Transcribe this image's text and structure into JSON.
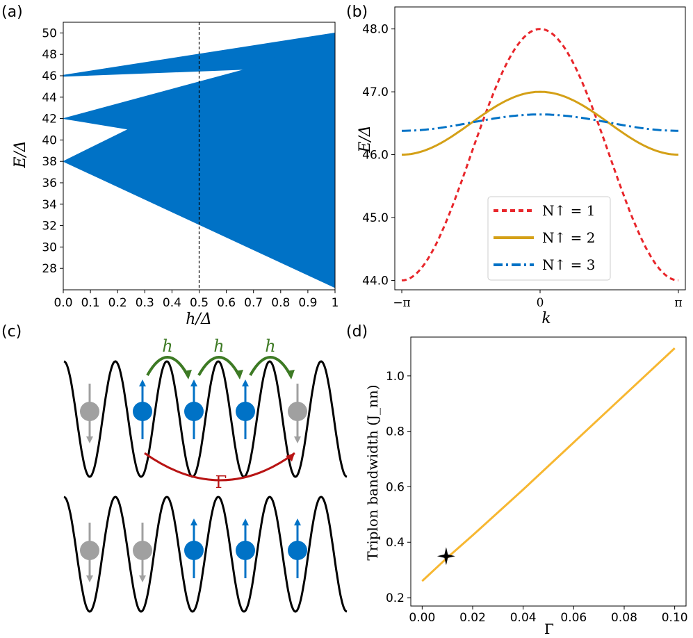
{
  "panel_labels": {
    "a": "(a)",
    "b": "(b)",
    "c": "(c)",
    "d": "(d)"
  },
  "colors": {
    "band_blue": "#0072c6",
    "red": "#e8262b",
    "gold": "#d4a017",
    "orange_line": "#f7b731",
    "gray": "#a0a0a0",
    "green": "#3d7a24",
    "dark_red": "#b81414"
  },
  "chart_data": [
    {
      "id": "a",
      "type": "area",
      "xlabel": "h/Δ",
      "ylabel": "E/Δ",
      "xlim": [
        0,
        1
      ],
      "ylim": [
        26,
        51
      ],
      "xticks": [
        "0.0",
        "0.1",
        "0.2",
        "0.3",
        "0.4",
        "0.5",
        "0.6",
        "0.7",
        "0.8",
        "0.9",
        "1"
      ],
      "yticks": [
        "28",
        "30",
        "32",
        "34",
        "36",
        "38",
        "40",
        "42",
        "44",
        "46",
        "48",
        "50"
      ],
      "vline_x": 0.5,
      "bands": [
        {
          "name": "",
          "upper": [
            [
              0,
              46.05
            ],
            [
              1,
              50
            ]
          ],
          "lower": [
            [
              0,
              45.95
            ],
            [
              0.67,
              46.6
            ],
            [
              1,
              47
            ]
          ]
        },
        {
          "name": "",
          "upper": [
            [
              0,
              42
            ],
            [
              0.67,
              46.6
            ],
            [
              1,
              50
            ]
          ],
          "lower": [
            [
              0,
              42
            ],
            [
              0.24,
              41
            ],
            [
              0,
              38
            ],
            [
              1,
              26.2
            ]
          ]
        }
      ]
    },
    {
      "id": "b",
      "type": "line",
      "xlabel": "k",
      "ylabel": "E/Δ",
      "xlim": [
        -3.3,
        3.3
      ],
      "ylim": [
        43.85,
        48.35
      ],
      "xticks": [
        "−π",
        "0",
        "π"
      ],
      "yticks": [
        "44.0",
        "45.0",
        "46.0",
        "47.0",
        "48.0"
      ],
      "legend_position": "lower-right",
      "series": [
        {
          "name": "N↑ = 1",
          "center": 46.0,
          "amplitude": 2.0,
          "style": "dashed"
        },
        {
          "name": "N↑ = 2",
          "center": 46.5,
          "amplitude": 0.5,
          "style": "solid"
        },
        {
          "name": "N↑ = 3",
          "center": 46.51,
          "amplitude": 0.13,
          "style": "dashdot"
        }
      ]
    },
    {
      "id": "d",
      "type": "line",
      "xlabel": "Γ",
      "ylabel": "Triplon bandwidth (J_nn)",
      "xlim": [
        -0.0045,
        0.1045
      ],
      "ylim": [
        0.17,
        1.14
      ],
      "xticks": [
        "0.00",
        "0.02",
        "0.04",
        "0.06",
        "0.08",
        "0.10"
      ],
      "yticks": [
        "0.2",
        "0.4",
        "0.6",
        "0.8",
        "1.0"
      ],
      "series": [
        {
          "name": "",
          "x": [
            0.0,
            0.01,
            0.02,
            0.04,
            0.06,
            0.08,
            0.1
          ],
          "y": [
            0.26,
            0.345,
            0.425,
            0.59,
            0.76,
            0.93,
            1.1
          ]
        }
      ],
      "marker": {
        "x": 0.0095,
        "y": 0.35,
        "shape": "star"
      }
    }
  ],
  "diagram_c": {
    "hop_label": "h",
    "gamma_label": "Γ",
    "top_row": [
      "down",
      "up",
      "up",
      "up",
      "down"
    ],
    "bottom_row": [
      "down",
      "down",
      "up",
      "up",
      "up"
    ]
  }
}
